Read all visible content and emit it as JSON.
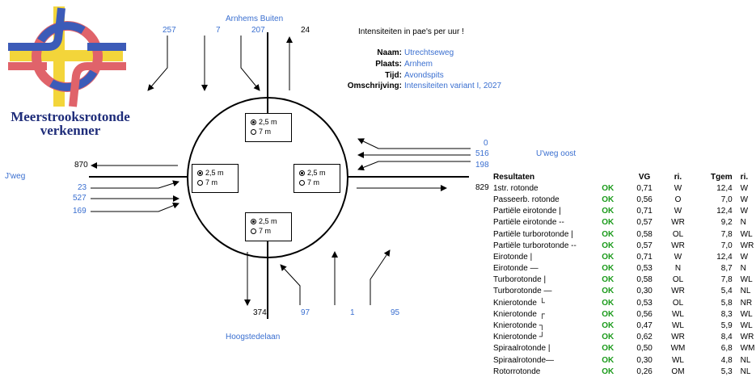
{
  "app": {
    "title": "Meerstrooksrotonde verkenner"
  },
  "header": {
    "title": "Intensiteiten in pae's per uur !",
    "info": [
      {
        "label": "Naam:",
        "value": "Utrechtseweg"
      },
      {
        "label": "Plaats:",
        "value": "Arnhem"
      },
      {
        "label": "Tijd:",
        "value": "Avondspits"
      },
      {
        "label": "Omschrijving:",
        "value": "Intensiteiten variant I, 2027"
      }
    ]
  },
  "roads": {
    "north": {
      "name": "Arnhems Buiten",
      "in": [
        "257",
        "7",
        "207"
      ],
      "out": "24"
    },
    "east": {
      "name": "U'weg oost",
      "in": [
        "0",
        "516",
        "198"
      ],
      "out": "829"
    },
    "south": {
      "name": "Hoogstedelaan",
      "out": "374",
      "in": [
        "97",
        "1",
        "95"
      ]
    },
    "west": {
      "name": "J'weg",
      "out": "870",
      "in": [
        "23",
        "527",
        "169"
      ]
    }
  },
  "radius_option_a": "2,5 m",
  "radius_option_b": "7  m",
  "results": {
    "headers": [
      "Resultaten",
      "",
      "VG",
      "ri.",
      "Tgem",
      "ri."
    ],
    "rows": [
      [
        "1str. rotonde",
        "OK",
        "0,71",
        "W",
        "12,4",
        "W"
      ],
      [
        "Passeerb. rotonde",
        "OK",
        "0,56",
        "O",
        "7,0",
        "W"
      ],
      [
        "Partiële eirotonde |",
        "OK",
        "0,71",
        "W",
        "12,4",
        "W"
      ],
      [
        "Partiële eirotonde --",
        "OK",
        "0,57",
        "WR",
        "9,2",
        "N"
      ],
      [
        "Partiële turborotonde |",
        "OK",
        "0,58",
        "OL",
        "7,8",
        "WL"
      ],
      [
        "Partiële turborotonde --",
        "OK",
        "0,57",
        "WR",
        "7,0",
        "WR"
      ],
      [
        "Eirotonde      |",
        "OK",
        "0,71",
        "W",
        "12,4",
        "W"
      ],
      [
        "Eirotonde      —",
        "OK",
        "0,53",
        "N",
        "8,7",
        "N"
      ],
      [
        "Turborotonde  |",
        "OK",
        "0,58",
        "OL",
        "7,8",
        "WL"
      ],
      [
        "Turborotonde —",
        "OK",
        "0,30",
        "WR",
        "5,4",
        "NL"
      ],
      [
        "Knierotonde    └",
        "OK",
        "0,53",
        "OL",
        "5,8",
        "NR"
      ],
      [
        "Knierotonde    ┌",
        "OK",
        "0,56",
        "WL",
        "8,3",
        "WL"
      ],
      [
        "Knierotonde    ┐",
        "OK",
        "0,47",
        "WL",
        "5,9",
        "WL"
      ],
      [
        "Knierotonde    ┘",
        "OK",
        "0,62",
        "WR",
        "8,4",
        "WR"
      ],
      [
        "Spiraalrotonde |",
        "OK",
        "0,50",
        "WM",
        "6,8",
        "WM"
      ],
      [
        "Spiraalrotonde—",
        "OK",
        "0,30",
        "WL",
        "4,8",
        "NL"
      ],
      [
        "Rotorrotonde",
        "OK",
        "0,26",
        "OM",
        "5,3",
        "NL"
      ]
    ]
  }
}
